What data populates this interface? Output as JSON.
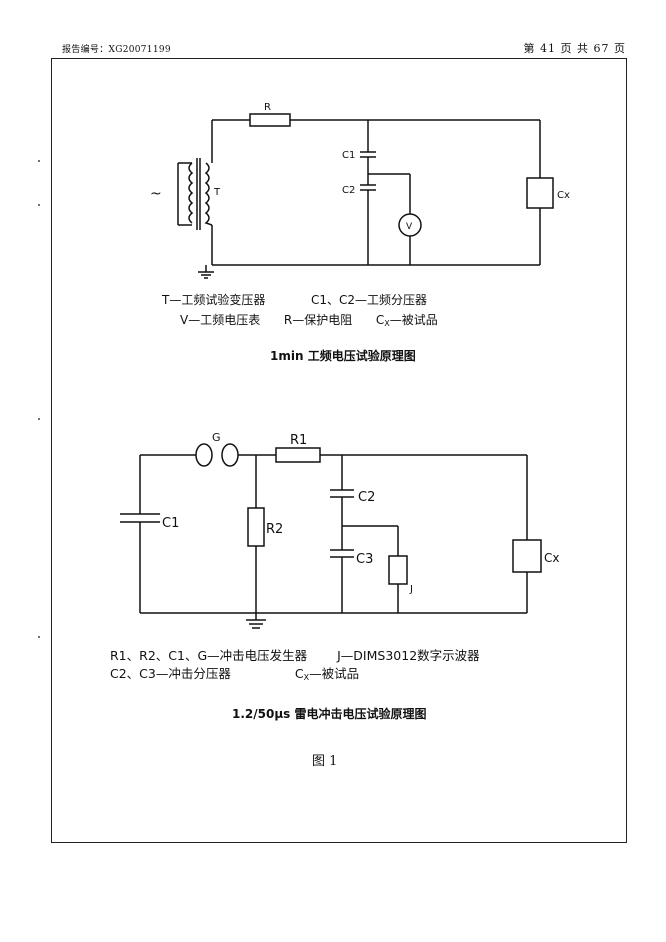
{
  "header": {
    "report_no": "报告编号：XG20071199",
    "page_info": "第 41 页 共 67 页"
  },
  "diagram1": {
    "labels": {
      "R": "R",
      "T": "T",
      "C1": "C1",
      "C2": "C2",
      "V": "V",
      "Cx": "Cx",
      "source": "~"
    },
    "legend_line1_a": "T—工频试验变压器",
    "legend_line1_b": "C1、C2—工频分压器",
    "legend_line2_a": "V—工频电压表",
    "legend_line2_b": "R—保护电阻",
    "legend_line2_c_main": "C",
    "legend_line2_c_sub": "X",
    "legend_line2_c_rest": "—被试品",
    "caption": "1min 工频电压试验原理图"
  },
  "diagram2": {
    "labels": {
      "G": "G",
      "R1": "R1",
      "R2": "R2",
      "C1": "C1",
      "C2": "C2",
      "C3": "C3",
      "J": "J",
      "Cx": "Cx"
    },
    "legend_line1_a": "R1、R2、C1、G—冲击电压发生器",
    "legend_line1_b": "J—DIMS3012数字示波器",
    "legend_line2_a": "C2、C3—冲击分压器",
    "legend_line2_b_main": "C",
    "legend_line2_b_sub": "X",
    "legend_line2_b_rest": "—被试品",
    "caption": "1.2/50μs 雷电冲击电压试验原理图"
  },
  "figure_label": "图 1"
}
